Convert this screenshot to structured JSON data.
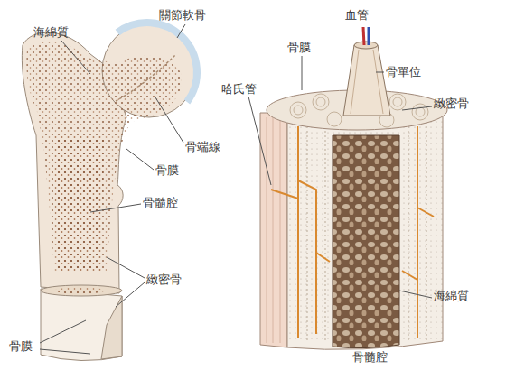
{
  "diagram": {
    "labels": [
      "海綿質",
      "關節軟骨",
      "骨端線",
      "骨膜",
      "骨髓腔",
      "緻密骨",
      "骨膜",
      "血管",
      "骨膜",
      "哈氏管",
      "骨單位",
      "緻密骨",
      "海綿質",
      "骨髓腔"
    ]
  }
}
